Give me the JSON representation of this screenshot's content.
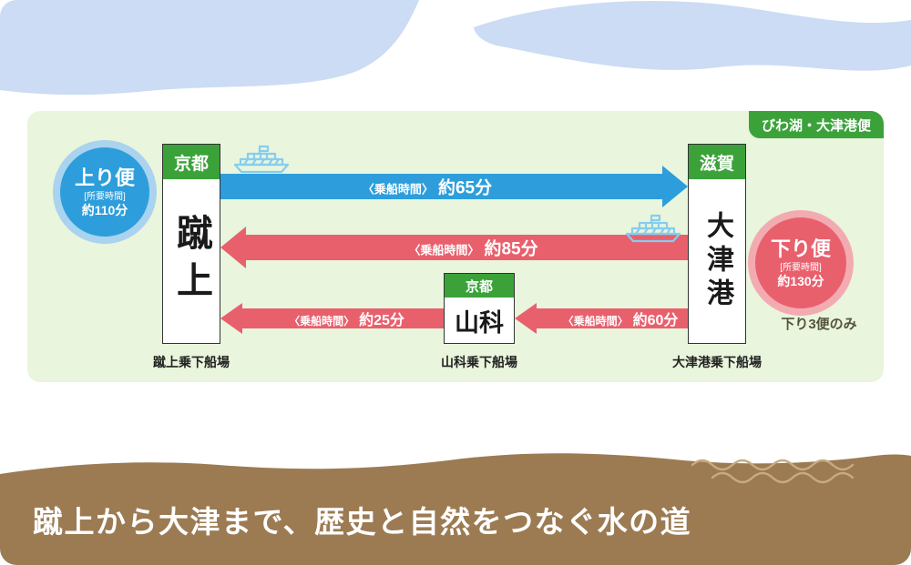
{
  "panel": {
    "badge_label": "びわ湖・大津港便"
  },
  "up_service": {
    "title": "上り便",
    "time_label": "[所要時間]",
    "duration": "約110分"
  },
  "down_service": {
    "title": "下り便",
    "time_label": "[所要時間]",
    "duration": "約130分",
    "note": "下り3便のみ"
  },
  "stations": {
    "keage": {
      "region": "京都",
      "name": "蹴上",
      "pier": "蹴上乗下船場"
    },
    "yamashina": {
      "region": "京都",
      "name": "山科",
      "pier": "山科乗下船場"
    },
    "otsu": {
      "region": "滋賀",
      "name": "大津港",
      "pier": "大津港乗下船場"
    }
  },
  "routes": {
    "up_main": {
      "prefix": "〈乗船時間〉",
      "time": "約65分"
    },
    "down_main": {
      "prefix": "〈乗船時間〉",
      "time": "約85分"
    },
    "down_otsu_yamashina": {
      "prefix": "〈乗船時間〉",
      "time": "約60分"
    },
    "down_yamashina_keage": {
      "prefix": "〈乗船時間〉",
      "time": "約25分"
    }
  },
  "caption": "蹴上から大津まで、歴史と自然をつなぐ水の道",
  "icons": {
    "boat": "ferry-outline",
    "squiggle": "water-ripple"
  },
  "colors": {
    "panel_bg": "#e9f5dc",
    "green": "#3ba23a",
    "blue": "#2d9edb",
    "pink": "#e9606d",
    "brown": "#9c7b53",
    "sky": "#cbdcf4",
    "note_text": "#55553c"
  }
}
